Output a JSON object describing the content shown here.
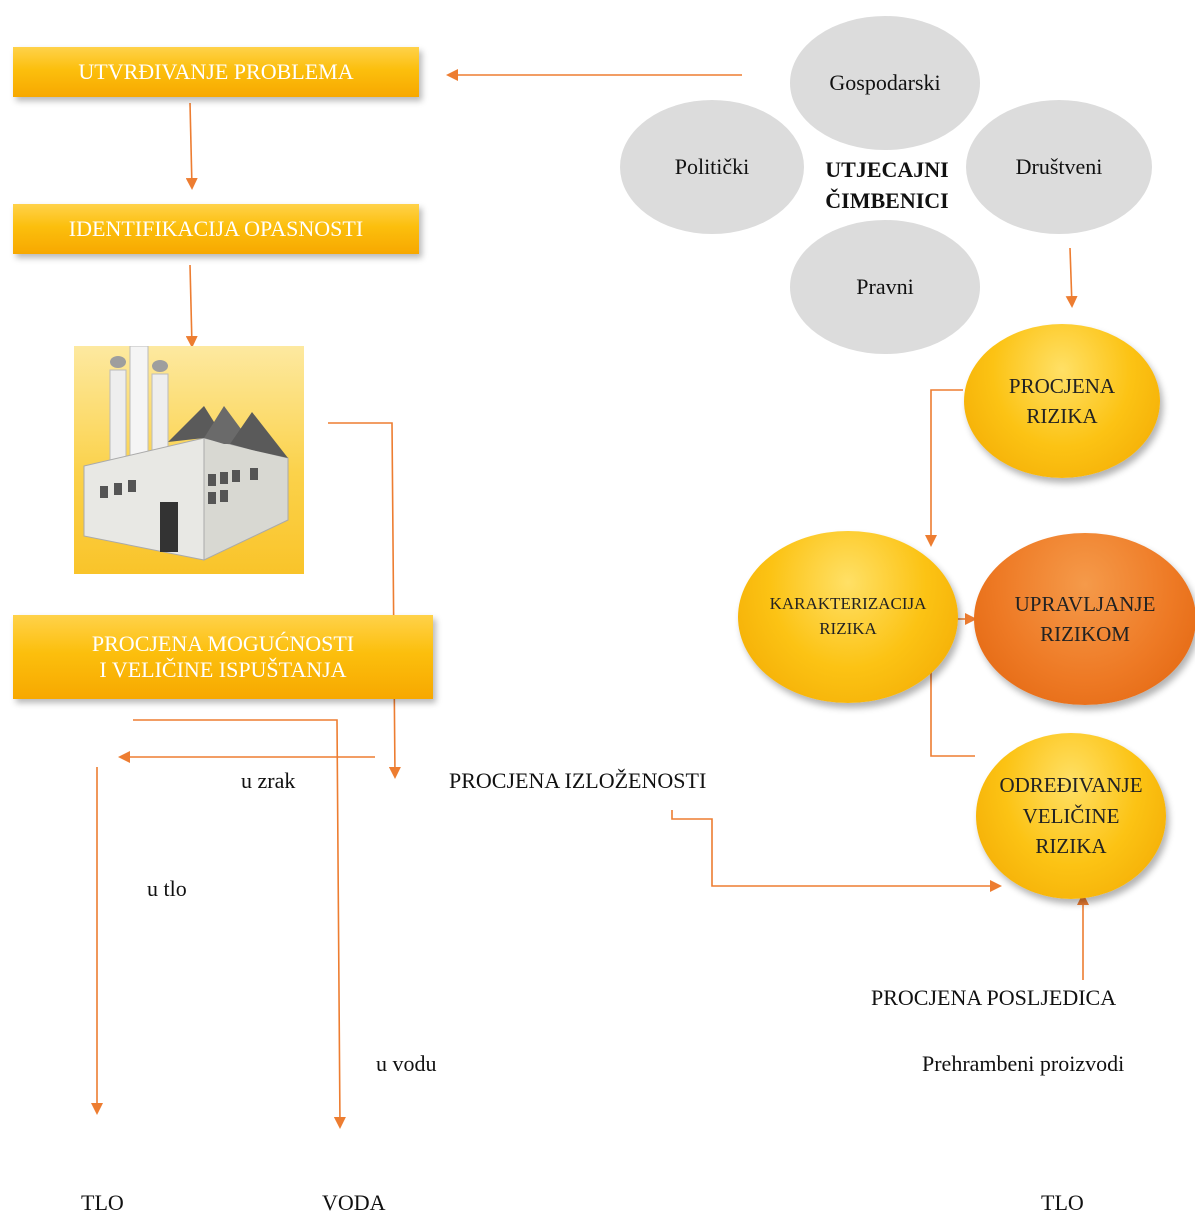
{
  "boxes": {
    "utvrdivanje": "UTVRĐIVANJE PROBLEMA",
    "identifikacija": "IDENTIFIKACIJA OPASNOSTI",
    "procjena_mogucnosti_line1": "PROCJENA MOGUĆNOSTI",
    "procjena_mogucnosti_line2": "I VELIČINE ISPUŠTANJA"
  },
  "factors": {
    "center_line1": "UTJECAJNI",
    "center_line2": "ČIMBENICI",
    "top": "Gospodarski",
    "left": "Politički",
    "right": "Društveni",
    "bottom": "Pravni"
  },
  "ellipses": {
    "procjena_rizika_line1": "PROCJENA",
    "procjena_rizika_line2": "RIZIKA",
    "karakterizacija_line1": "KARAKTERIZACIJA",
    "karakterizacija_line2": "RIZIKA",
    "upravljanje_line1": "UPRAVLJANJE",
    "upravljanje_line2": "RIZIKOM",
    "odredivanje_line1": "ODREĐIVANJE",
    "odredivanje_line2": "VELIČINE",
    "odredivanje_line3": "RIZIKA"
  },
  "labels": {
    "u_zrak": "u zrak",
    "procjena_izlozenosti": "PROCJENA IZLOŽENOSTI",
    "u_tlo": "u tlo",
    "procjena_posljedica": "PROCJENA POSLJEDICA",
    "u_vodu": "u vodu",
    "prehrambeni": "Prehrambeni proizvodi",
    "tlo_left": "TLO",
    "voda": "VODA",
    "tlo_right": "TLO"
  },
  "colors": {
    "arrow": "#ed7d31",
    "box_yellow": "#fcbf0d",
    "ellipse_grey": "#dcdcdc",
    "ellipse_orange": "#ee7a25"
  },
  "icons": [
    "factory-icon"
  ]
}
